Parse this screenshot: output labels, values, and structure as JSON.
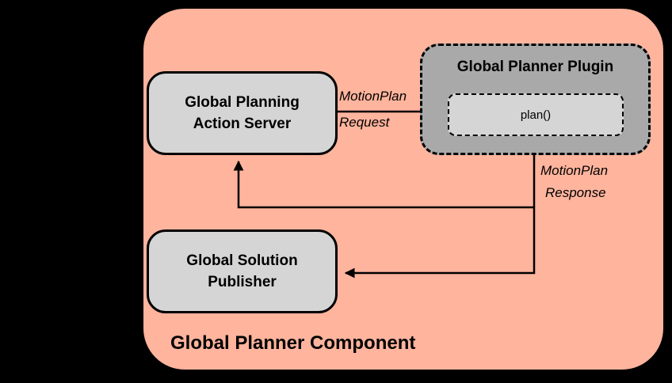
{
  "diagram": {
    "component_label": "Global Planner Component",
    "colors": {
      "background": "#000000",
      "component_fill": "#ffb49d",
      "node_fill": "#d5d5d5",
      "plugin_fill": "#a9a9a9",
      "border": "#000000"
    },
    "nodes": {
      "action_server": {
        "line1": "Global Planning",
        "line2": "Action Server"
      },
      "plugin": {
        "title": "Global Planner Plugin"
      },
      "plan": {
        "label": "plan()"
      },
      "publisher": {
        "line1": "Global Solution",
        "line2": "Publisher"
      }
    },
    "edges": {
      "request": {
        "line1": "MotionPlan",
        "line2": "Request"
      },
      "response": {
        "line1": "MotionPlan",
        "line2": "Response"
      }
    }
  }
}
